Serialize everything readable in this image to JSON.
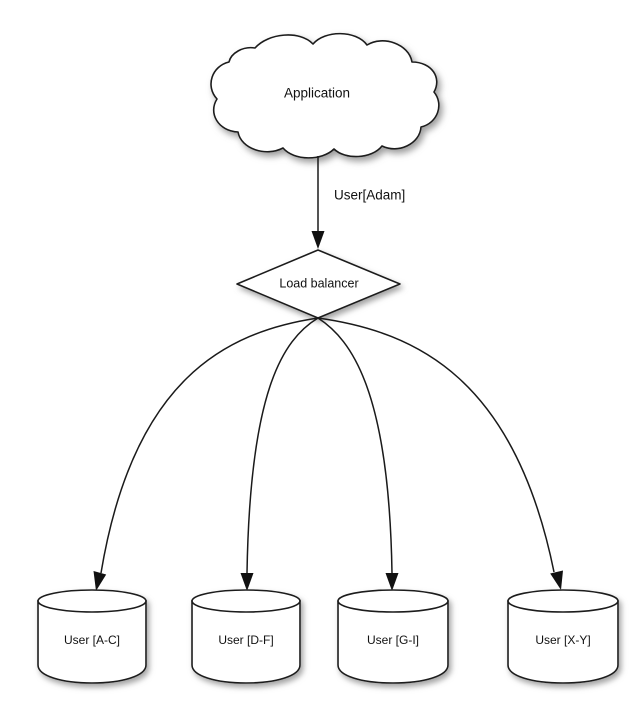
{
  "diagram": {
    "title_node": {
      "id": "application-cloud",
      "shape": "cloud",
      "label": "Application"
    },
    "balancer_node": {
      "id": "load-balancer",
      "shape": "diamond",
      "label": "Load balancer"
    },
    "edge_main": {
      "id": "application-to-balancer",
      "label": "User[Adam]",
      "arrow": "down"
    },
    "databases": [
      {
        "id": "db-a-c",
        "shape": "cylinder",
        "label": "User [A-C]"
      },
      {
        "id": "db-d-f",
        "shape": "cylinder",
        "label": "User [D-F]"
      },
      {
        "id": "db-g-i",
        "shape": "cylinder",
        "label": "User [G-I]"
      },
      {
        "id": "db-x-y",
        "shape": "cylinder",
        "label": "User [X-Y]"
      }
    ],
    "colors": {
      "background": "#ffffff",
      "shape_fill": "#ffffff",
      "stroke": "#1a1a1a",
      "text": "#111111",
      "shadow": "#9a9a9a"
    }
  }
}
